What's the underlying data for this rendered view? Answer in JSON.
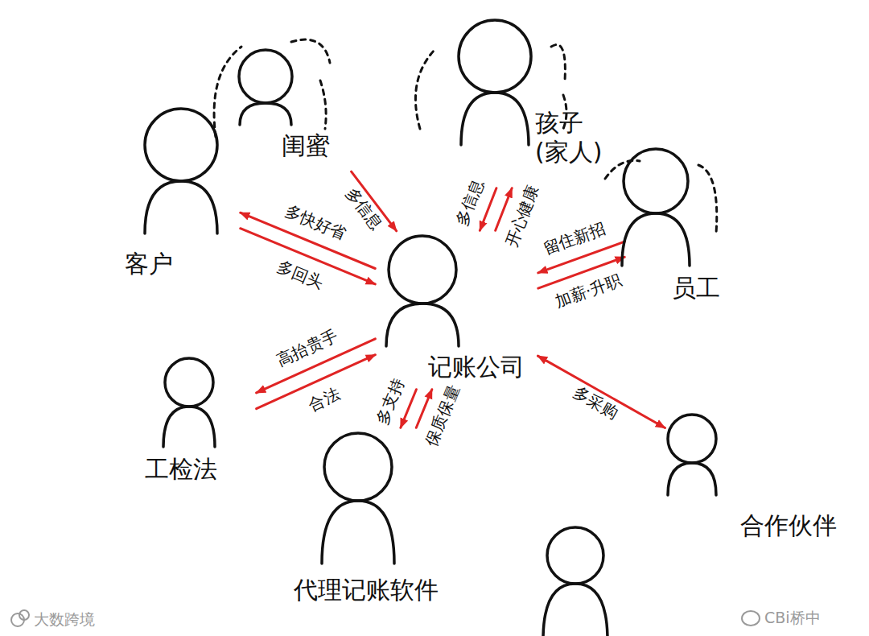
{
  "diagram": {
    "nodes": [
      {
        "text": [
          "闺蜜"
        ]
      },
      {
        "text": [
          "孩子 (家人)"
        ]
      },
      {
        "text": [
          "客户"
        ]
      },
      {
        "text": [
          "记账公司"
        ]
      },
      {
        "text": [
          "员工"
        ]
      },
      {
        "text": [
          "工检法"
        ]
      },
      {
        "text": [
          "代理记账软件"
        ]
      },
      {
        "text": [
          "合作伙伴"
        ]
      }
    ],
    "edges": [
      {
        "from": 0,
        "to": 3,
        "label": "多信息",
        "arrow": "to"
      },
      {
        "from": 3,
        "to": 1,
        "label": "开心健康",
        "arrow": "to"
      },
      {
        "from": 1,
        "to": 3,
        "label": "多信息",
        "arrow": "to"
      },
      {
        "from": 2,
        "to": 3,
        "label": "多回头",
        "arrow": "to"
      },
      {
        "from": 3,
        "to": 2,
        "label": "多快好省",
        "arrow": "to"
      },
      {
        "from": 3,
        "to": 4,
        "label": "加薪·升职",
        "arrow": "to"
      },
      {
        "from": 4,
        "to": 3,
        "label": "留住新招",
        "arrow": "to"
      },
      {
        "from": 5,
        "to": 3,
        "label": "合法",
        "arrow": "to"
      },
      {
        "from": 3,
        "to": 5,
        "label": "高抬贵手",
        "arrow": "to"
      },
      {
        "from": 3,
        "to": 7,
        "label": "多采购",
        "arrow": "both"
      },
      {
        "from": 3,
        "to": 6,
        "label": "多支持",
        "arrow": "to"
      },
      {
        "from": 6,
        "to": 3,
        "label": "保质保量",
        "arrow": "to"
      }
    ],
    "labels": [
      "大数跨境",
      "CBi桥中"
    ]
  }
}
